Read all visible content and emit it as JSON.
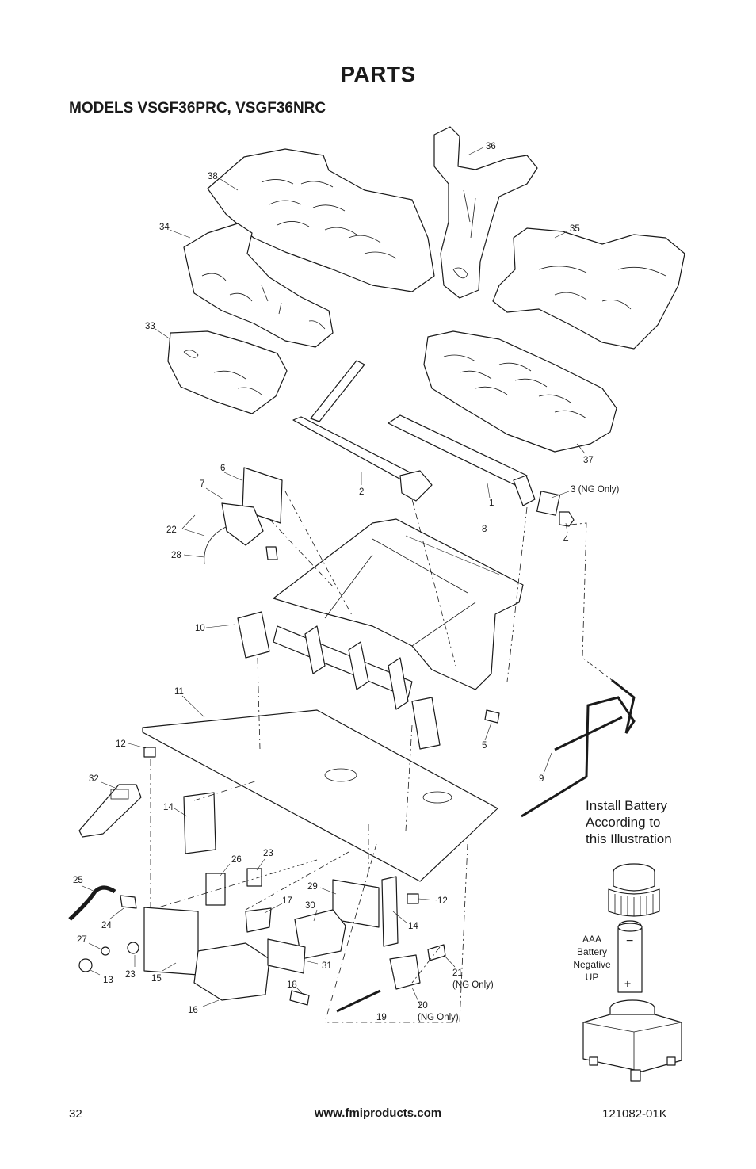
{
  "header": {
    "title": "PARTS",
    "models": "MODELS VSGF36PRC, VSGF36NRC"
  },
  "callouts": {
    "c1": "1",
    "c2": "2",
    "c3": "3 (NG Only)",
    "c4": "4",
    "c5": "5",
    "c6": "6",
    "c7": "7",
    "c8": "8",
    "c9": "9",
    "c10": "10",
    "c11": "11",
    "c12a": "12",
    "c12b": "12",
    "c13": "13",
    "c14a": "14",
    "c14b": "14",
    "c15": "15",
    "c16": "16",
    "c17": "17",
    "c18": "18",
    "c19": "19",
    "c20": "20",
    "c20note": "(NG Only)",
    "c21": "21",
    "c21note": "(NG Only)",
    "c22": "22",
    "c23a": "23",
    "c23b": "23",
    "c24": "24",
    "c25": "25",
    "c26": "26",
    "c27": "27",
    "c28": "28",
    "c29": "29",
    "c30": "30",
    "c31": "31",
    "c32": "32",
    "c33": "33",
    "c34": "34",
    "c35": "35",
    "c36": "36",
    "c37": "37",
    "c38": "38"
  },
  "battery_note": {
    "line1": "Install Battery",
    "line2": "According to",
    "line3": "this Illustration",
    "label1": "AAA",
    "label2": "Battery",
    "label3": "Negative",
    "label4": "UP",
    "minus": "−",
    "plus": "+"
  },
  "footer": {
    "page_number": "32",
    "website": "www.fmiproducts.com",
    "doc_number": "121082-01K"
  }
}
